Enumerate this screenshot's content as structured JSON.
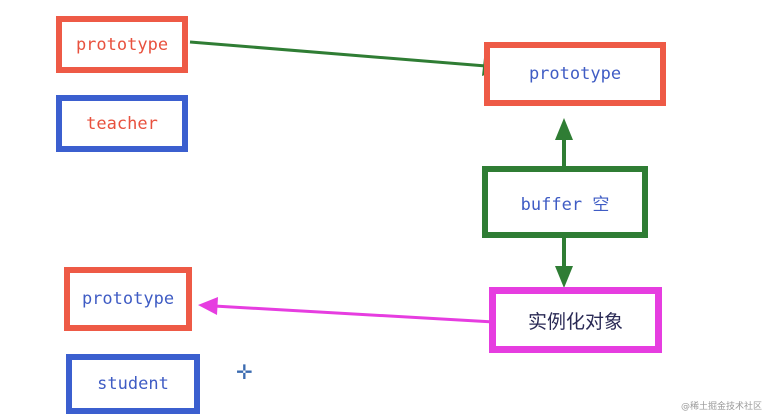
{
  "boxes": {
    "teacher_prototype": {
      "label": "prototype",
      "border_color": "#ee5a46",
      "text_color": "#e8513e"
    },
    "teacher": {
      "label": "teacher",
      "border_color": "#3b5fcf",
      "text_color": "#e8513e"
    },
    "top_prototype": {
      "label": "prototype",
      "border_color": "#ee5a46",
      "text_color": "#3f5cc4"
    },
    "buffer": {
      "label": "buffer 空",
      "border_color": "#2f7d34",
      "text_color": "#3f5cc4"
    },
    "instance": {
      "label": "实例化对象",
      "border_color": "#e63de0",
      "text_color": "#2a2a55"
    },
    "student_prototype": {
      "label": "prototype",
      "border_color": "#ee5a46",
      "text_color": "#3f5cc4"
    },
    "student": {
      "label": "student",
      "border_color": "#3b5fcf",
      "text_color": "#3f5cc4"
    }
  },
  "arrow_colors": {
    "green": "#2f7d34",
    "magenta": "#e63de0"
  },
  "cursor": {
    "icon": "crosshair-cursor-icon",
    "glyph": "✛",
    "color": "#3b6bb0"
  },
  "watermark": {
    "text": "@稀土掘金技术社区"
  }
}
